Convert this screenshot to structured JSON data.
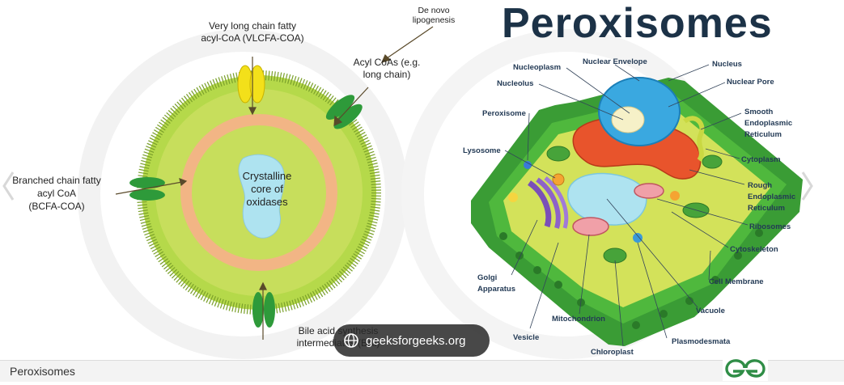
{
  "title": "Peroxisomes",
  "left_diagram": {
    "center_label": [
      "Crystalline",
      "core of",
      "oxidases"
    ],
    "labels": {
      "vlcfa": [
        "Very long chain fatty",
        "acyl-CoA (VLCFA-COA)"
      ],
      "denovo": [
        "De novo",
        "lipogenesis"
      ],
      "acyl": [
        "Acyl CoAs (e.g.",
        "long chain)"
      ],
      "bcfa": [
        "Branched chain fatty",
        "acyl CoA",
        "(BCFA-COA)"
      ],
      "bile": [
        "Bile acid synthesis",
        "intermediates (BAI)"
      ]
    }
  },
  "cell_labels": {
    "nucleoplasm": "Nucleoplasm",
    "nuclear_envelope": "Nuclear Envelope",
    "nucleus": "Nucleus",
    "nucleolus": "Nucleolus",
    "nuclear_pore": "Nuclear Pore",
    "peroxisome": "Peroxisome",
    "smooth_er": [
      "Smooth",
      "Endoplasmic",
      "Reticulum"
    ],
    "cytoplasm": "Cytoplasm",
    "lysosome": "Lysosome",
    "rough_er": [
      "Rough",
      "Endoplasmic",
      "Reticulum"
    ],
    "ribosomes": "Ribosomes",
    "cytoskeleton": "Cytoskeleton",
    "golgi": [
      "Golgi",
      "Apparatus"
    ],
    "cell_membrane": "Cell Membrane",
    "mitochondrion": "Mitochondrion",
    "vacuole": "Vacuole",
    "vesicle": "Vesicle",
    "plasmodesmata": "Plasmodesmata",
    "chloroplast": "Chloroplast"
  },
  "watermark": {
    "text": "geeksforgeeks.org",
    "icon": "globe-icon"
  },
  "caption": "Peroxisomes",
  "logo": {
    "icon": "gfg-logo-icon",
    "color": "#2f8d46"
  },
  "colors": {
    "membrane": "#9ccc3c",
    "inner": "#c5dd5a",
    "ring": "#f3b98a",
    "core": "#aee3f0",
    "cell_wall": "#3a9c35",
    "title": "#1c3247"
  }
}
